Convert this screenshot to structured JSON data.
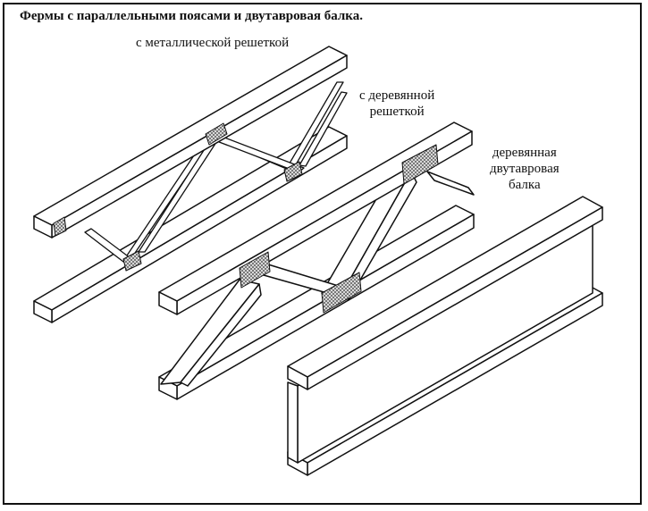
{
  "title": "Фермы с параллельными поясами и двутавровая балка.",
  "labels": {
    "metal_lattice": "с металлической решеткой",
    "wood_lattice_line1": "с деревянной",
    "wood_lattice_line2": "решеткой",
    "ibeam_line1": "деревянная",
    "ibeam_line2": "двутавровая",
    "ibeam_line3": "балка"
  },
  "colors": {
    "ink": "#111111",
    "paper": "#ffffff",
    "plate": "#9a9a9a"
  }
}
